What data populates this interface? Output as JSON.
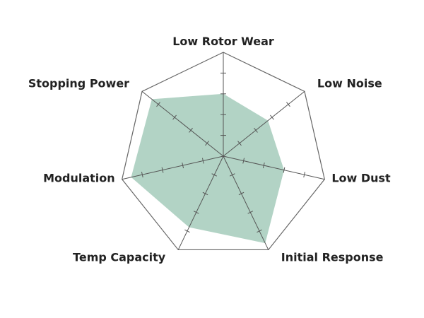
{
  "chart_data": {
    "type": "radar",
    "title": "",
    "axes": [
      "Low Rotor Wear",
      "Low Noise",
      "Low Dust",
      "Initial Response",
      "Temp Capacity",
      "Modulation",
      "Stopping Power"
    ],
    "range": [
      0,
      5
    ],
    "ticks": 5,
    "series": [
      {
        "name": "",
        "values": [
          3.0,
          2.75,
          3.0,
          4.65,
          3.8,
          4.55,
          4.4
        ],
        "color": "#b2d3c5"
      }
    ],
    "grid": true
  }
}
